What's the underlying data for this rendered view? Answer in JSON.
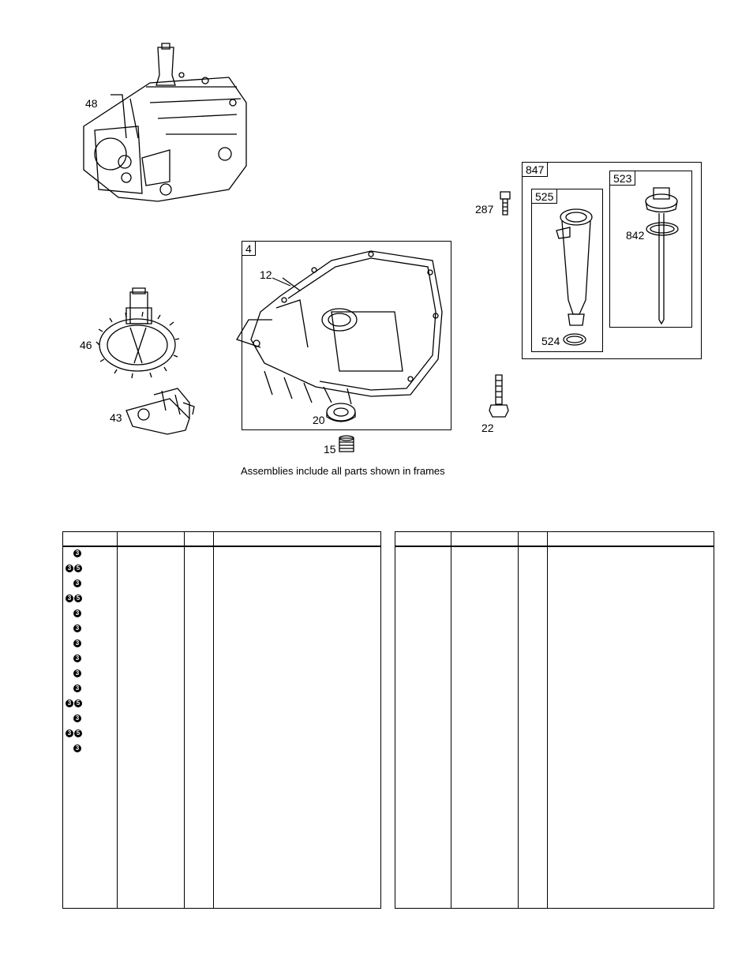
{
  "callouts": {
    "c48": "48",
    "c46": "46",
    "c43": "43",
    "c4": "4",
    "c12": "12",
    "c20": "20",
    "c15": "15",
    "c287": "287",
    "c22": "22",
    "c847": "847",
    "c525": "525",
    "c524": "524",
    "c523": "523",
    "c842": "842"
  },
  "caption": "Assemblies include all parts shown in frames",
  "left_table": {
    "rows": [
      {
        "markers": [
          "3"
        ]
      },
      {
        "markers": [
          "3",
          "5"
        ]
      },
      {
        "markers": [
          "3"
        ]
      },
      {
        "markers": [
          "3",
          "5"
        ]
      },
      {
        "markers": [
          "3"
        ]
      },
      {
        "markers": [
          "3"
        ]
      },
      {
        "markers": [
          "3"
        ]
      },
      {
        "markers": [
          "3"
        ]
      },
      {
        "markers": [
          "3"
        ]
      },
      {
        "markers": [
          "3"
        ]
      },
      {
        "markers": [
          "3",
          "5"
        ]
      },
      {
        "markers": [
          "3"
        ]
      },
      {
        "markers": [
          "3",
          "5"
        ]
      },
      {
        "markers": [
          "3"
        ]
      }
    ]
  },
  "right_table": {
    "rows": []
  }
}
